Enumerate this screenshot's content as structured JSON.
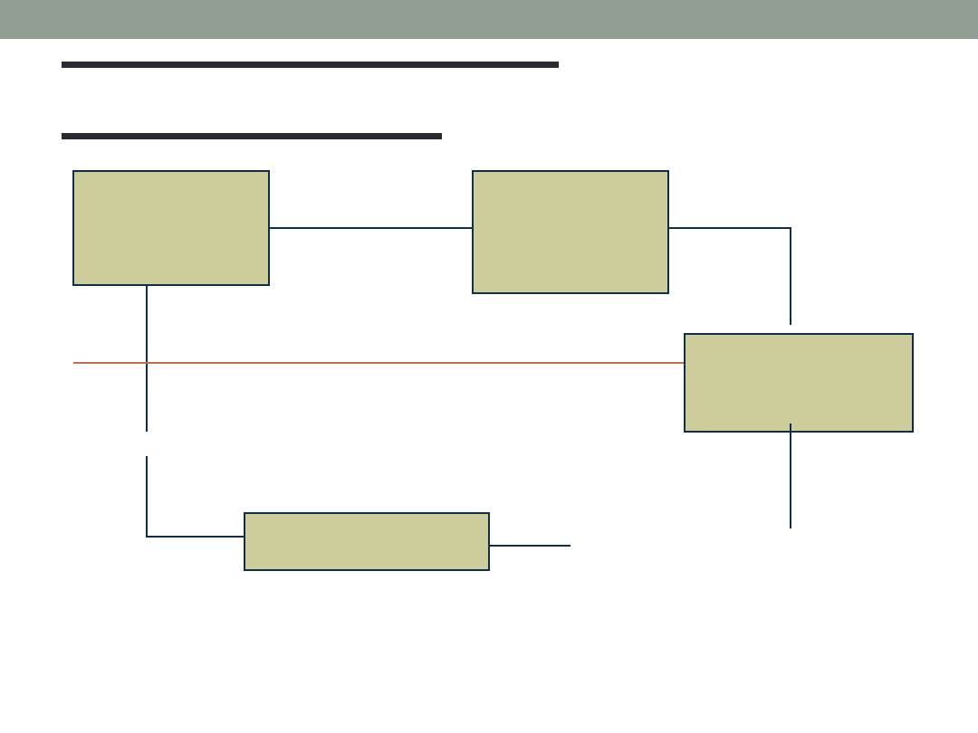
{
  "theme": {
    "header_color": "#919e94",
    "rule_color": "#2a2a30",
    "box_fill": "#cdcd9c",
    "box_stroke": "#0e2e4a",
    "connector_color": "#0e2e4a",
    "accent_line_color": "#c8694e",
    "background": "#ffffff"
  },
  "diagram": {
    "boxes": [
      {
        "id": "box-top-left",
        "label": ""
      },
      {
        "id": "box-top-center",
        "label": ""
      },
      {
        "id": "box-right",
        "label": ""
      },
      {
        "id": "box-bottom",
        "label": ""
      }
    ]
  }
}
